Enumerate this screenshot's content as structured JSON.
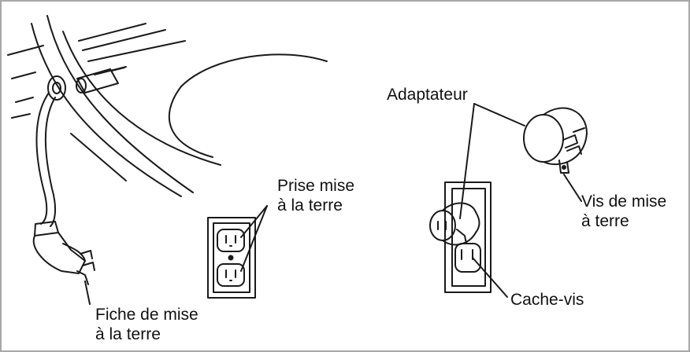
{
  "labels": {
    "prise": {
      "line1": "Prise mise",
      "line2": "à la terre"
    },
    "fiche": {
      "line1": "Fiche de mise",
      "line2": "à la terre"
    },
    "adaptateur": "Adaptateur",
    "vis": {
      "line1": "Vis de mise",
      "line2": "à terre"
    },
    "cache_vis": "Cache-vis"
  },
  "colors": {
    "line": "#1a1a1a",
    "frame": "#a8a8a8",
    "background": "#ffffff"
  }
}
